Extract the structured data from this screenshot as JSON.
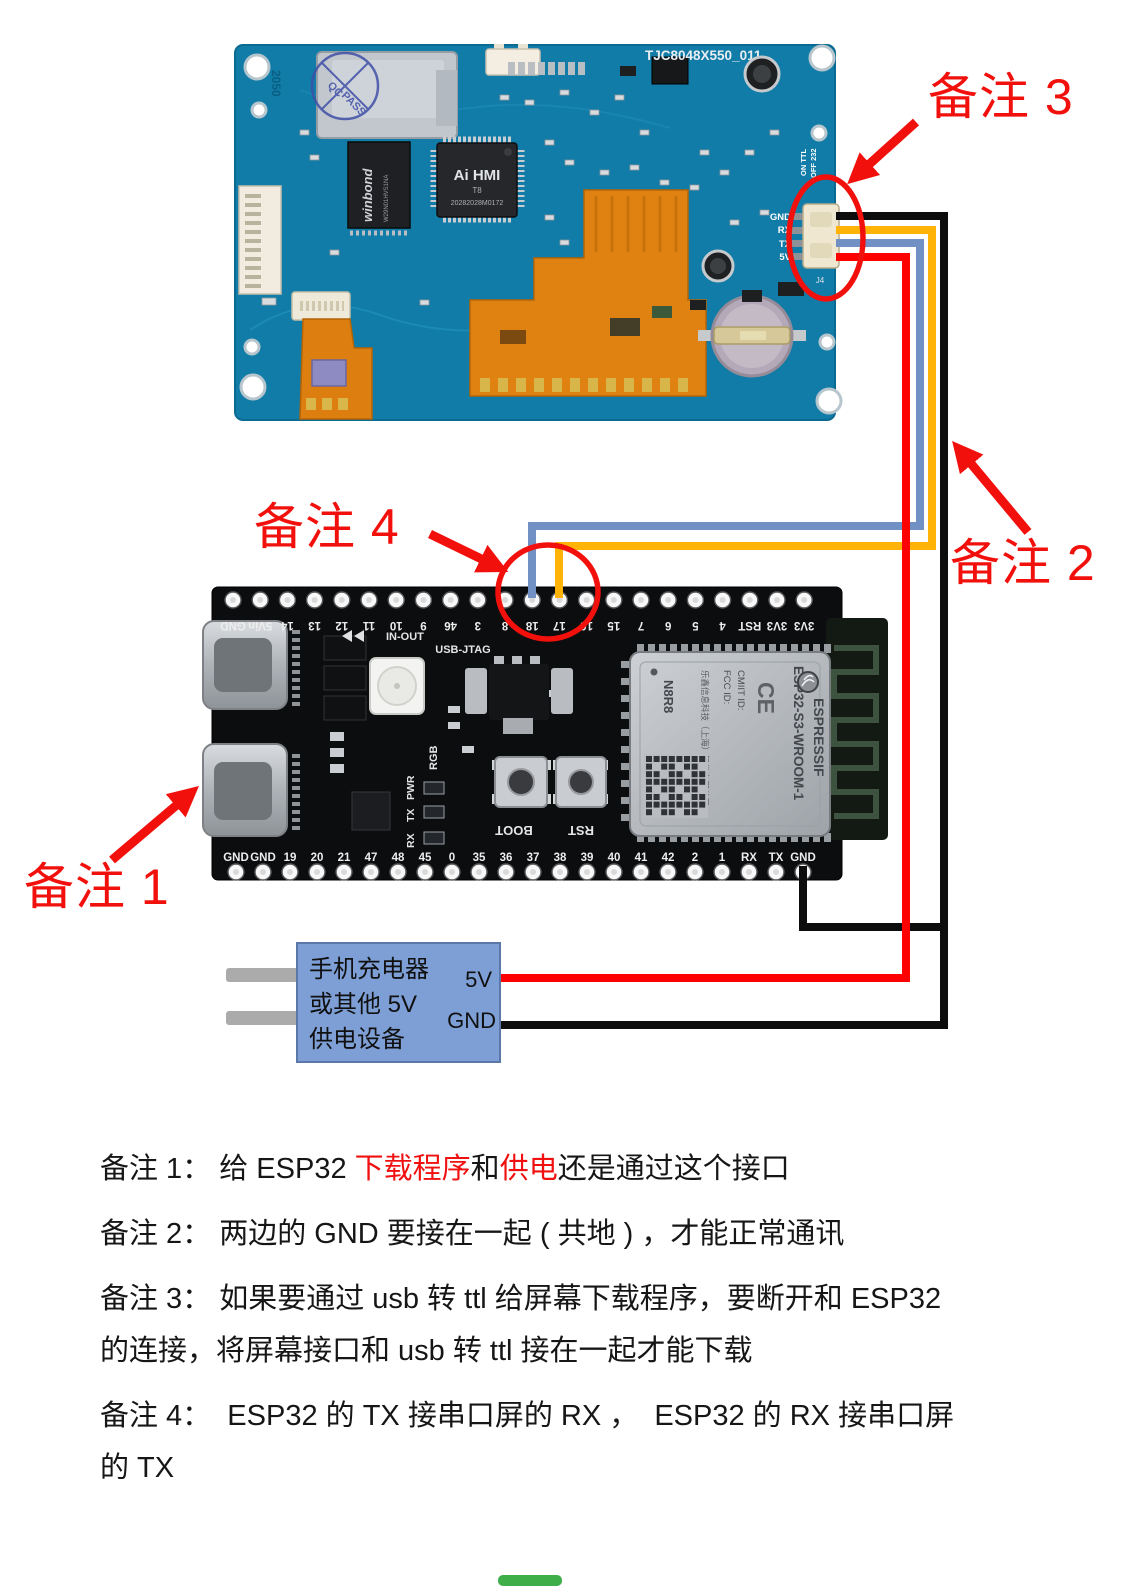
{
  "colors": {
    "annotation_red": "#f2100c",
    "wire_red": "#ff0000",
    "wire_black": "#0d0d0d",
    "wire_yellow": "#ffb307",
    "wire_blue": "#7191c4",
    "display_board_blue": "#107ca7",
    "flex_orange": "#e08212",
    "esp32_black": "#0c0d0e",
    "power_box_blue": "#7e9fd6"
  },
  "display_board": {
    "model": "TJC8048X550_011",
    "silk_date_code": "2050",
    "qc_stamp_line1": "QC",
    "qc_stamp_line2": "PASS",
    "flash_brand": "winbond",
    "flash_part": "W29N01HVS1NA",
    "main_chip_line1": "Ai HMI",
    "main_chip_line2": "T8",
    "main_chip_line3": "20282028M0172",
    "serial_mode_on": "ON TTL",
    "serial_mode_off": "OFF 232",
    "serial_ref": "J4",
    "serial_pins": [
      "GND",
      "RX",
      "TX",
      "5V"
    ]
  },
  "esp32_board": {
    "top_pins": [
      "GND",
      "5Vin",
      "14",
      "13",
      "12",
      "11",
      "10",
      "9",
      "46",
      "3",
      "8",
      "18",
      "17",
      "16",
      "15",
      "7",
      "6",
      "5",
      "4",
      "RST",
      "3V3",
      "3V3"
    ],
    "bottom_pins": [
      "GND",
      "GND",
      "19",
      "20",
      "21",
      "47",
      "48",
      "45",
      "0",
      "35",
      "36",
      "37",
      "38",
      "39",
      "40",
      "41",
      "42",
      "2",
      "1",
      "RX",
      "TX",
      "GND"
    ],
    "silk_in_out": "IN-OUT",
    "silk_usb_jtag": "USB-JTAG",
    "silk_rgb": "RGB",
    "silk_pwr": "PWR",
    "silk_tx": "TX",
    "silk_rx": "RX",
    "silk_boot": "BOOT",
    "silk_rst": "RST",
    "module_brand": "ESPRESSIF",
    "module_part": "ESP32-S3-WROOM-1",
    "module_fcc": "FCC ID:",
    "module_cmiit": "CMIIT ID:",
    "module_ce": "CE",
    "module_company": "乐鑫信息科技（上海）股份有限公司",
    "module_memory": "N8R8"
  },
  "power_supply": {
    "line1": "手机充电器",
    "line2": "或其他 5V",
    "line3": "供电设备",
    "pin_5v": "5V",
    "pin_gnd": "GND"
  },
  "callouts": {
    "note1": "备注 1",
    "note2": "备注 2",
    "note3": "备注 3",
    "note4": "备注 4"
  },
  "notes": [
    {
      "segments": [
        {
          "text": "备注 1： 给 ESP32 ",
          "red": false
        },
        {
          "text": "下载程序",
          "red": true
        },
        {
          "text": "和",
          "red": false
        },
        {
          "text": "供电",
          "red": true
        },
        {
          "text": "还是通过这个接口",
          "red": false
        }
      ]
    },
    {
      "segments": [
        {
          "text": "备注 2： 两边的 GND 要接在一起 ( 共地 ) ，才能正常通讯",
          "red": false
        }
      ]
    },
    {
      "segments": [
        {
          "text": "备注 3： 如果要通过 usb 转 ttl 给屏幕下载程序，要断开和 ESP32\n的连接，将屏幕接口和 usb 转 ttl 接在一起才能下载",
          "red": false
        }
      ]
    },
    {
      "segments": [
        {
          "text": "备注 4：  ESP32 的 TX 接串口屏的 RX ，  ESP32 的 RX 接串口屏\n的 TX",
          "red": false
        }
      ]
    }
  ]
}
